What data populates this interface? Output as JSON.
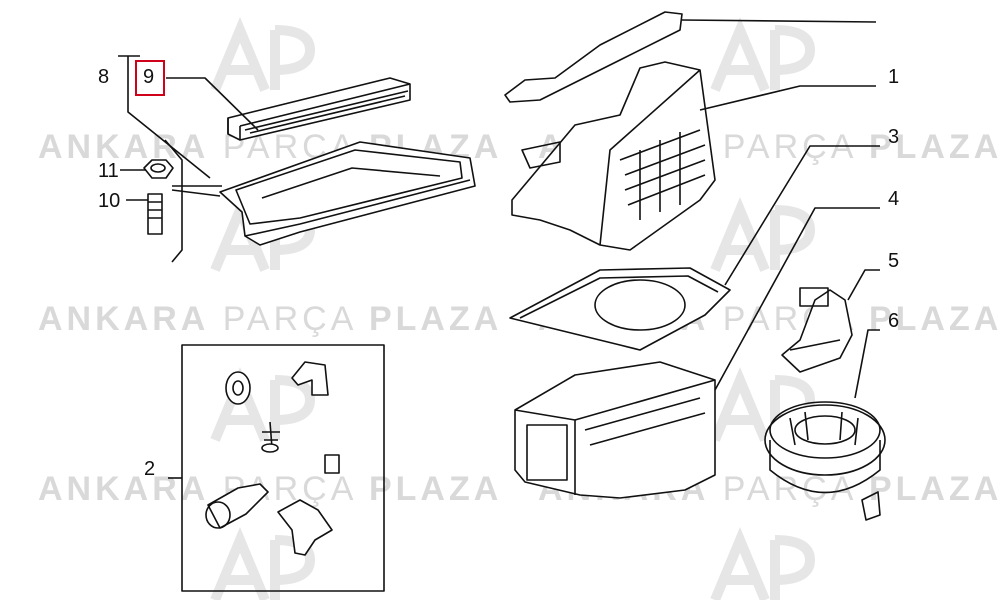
{
  "watermark": {
    "word1": "ANKARA",
    "word2": "PARÇA",
    "word3": "PLAZA"
  },
  "callouts": [
    {
      "id": "1",
      "text": "1"
    },
    {
      "id": "2",
      "text": "2"
    },
    {
      "id": "3",
      "text": "3"
    },
    {
      "id": "4",
      "text": "4"
    },
    {
      "id": "5",
      "text": "5"
    },
    {
      "id": "6",
      "text": "6"
    },
    {
      "id": "8",
      "text": "8"
    },
    {
      "id": "9",
      "text": "9"
    },
    {
      "id": "10",
      "text": "10"
    },
    {
      "id": "11",
      "text": "11"
    }
  ],
  "highlighted_callout": "9",
  "colors": {
    "highlight": "#d0021b",
    "line": "#111111",
    "watermark": "#d9d9d9"
  }
}
